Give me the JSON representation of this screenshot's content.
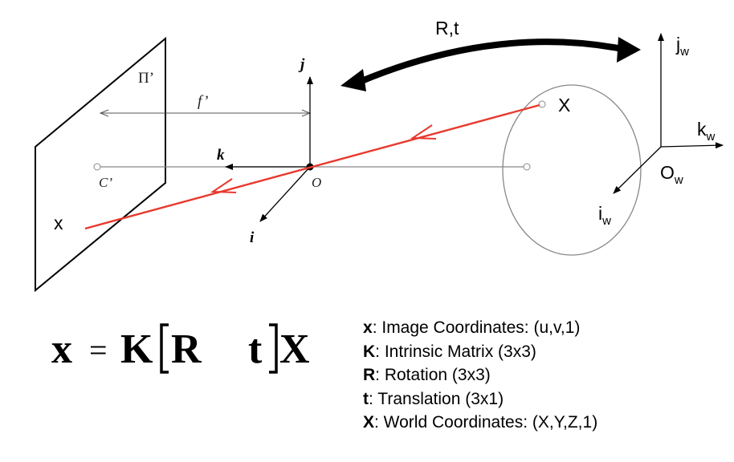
{
  "diagram": {
    "image_plane_label": "Π’",
    "focal_length_label": "f’",
    "principal_point_label": "C’",
    "camera_center_label": "O",
    "axis_i_label": "i",
    "axis_j_label": "j",
    "axis_k_label": "k",
    "image_point_label": "x",
    "world_point_label": "X",
    "transform_label": "R,t",
    "world_axes": {
      "i": {
        "base": "i",
        "sub": "w"
      },
      "j": {
        "base": "j",
        "sub": "w"
      },
      "k": {
        "base": "k",
        "sub": "w"
      },
      "origin": {
        "base": "O",
        "sub": "w"
      }
    },
    "ray_color": "#e8392e"
  },
  "equation": {
    "lhs": "x",
    "equals": "=",
    "K": "K",
    "R": "R",
    "t": "t",
    "X": "X"
  },
  "legend": [
    {
      "symbol": "x",
      "text": ": Image Coordinates: (u,v,1)"
    },
    {
      "symbol": "K",
      "text": ": Intrinsic Matrix (3x3)"
    },
    {
      "symbol": "R",
      "text": ": Rotation (3x3)"
    },
    {
      "symbol": "t",
      "text": ": Translation (3x1)"
    },
    {
      "symbol": "X",
      "text": ": World Coordinates: (X,Y,Z,1)"
    }
  ]
}
